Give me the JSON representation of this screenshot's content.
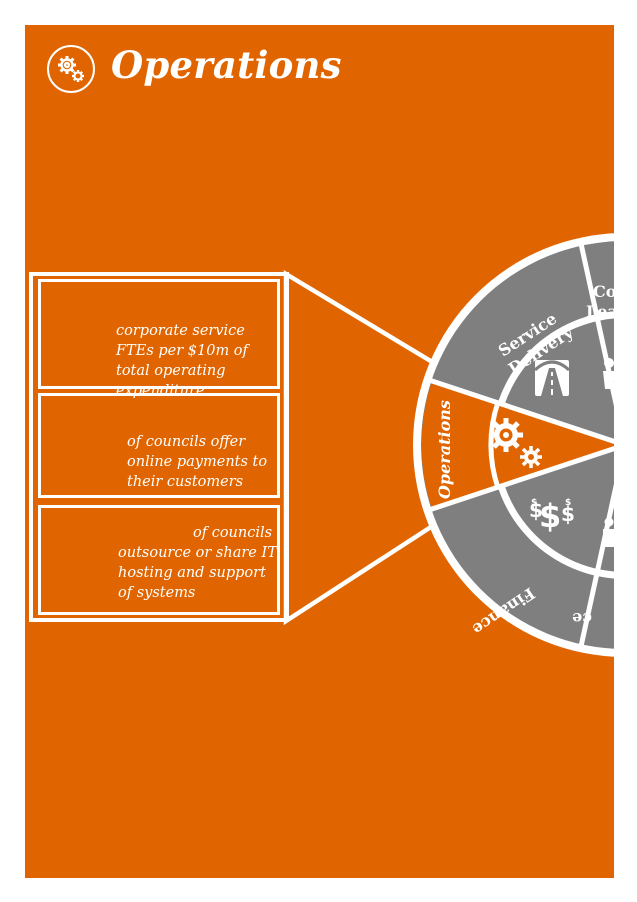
{
  "header": {
    "title": "Operations",
    "icon": "gears-icon"
  },
  "callouts": [
    {
      "text": "corporate service FTEs per $10m of total operating expenditure"
    },
    {
      "text": "of councils offer online payments to their customers"
    },
    {
      "text_first": "of councils",
      "text_rest": "outsource or share IT hosting and support of systems"
    }
  ],
  "wheel": {
    "segments": [
      {
        "label_line1": "Service",
        "label_line2": "Delivery",
        "icon": "road-icon"
      },
      {
        "label_line1": "Co",
        "label_line2": "Lea",
        "icon": "people-icon"
      },
      {
        "label": "Operations",
        "icon": "gears-icon"
      },
      {
        "label": "Finance",
        "icon": "dollar-signs-icon"
      },
      {
        "label": "ce",
        "icon": "person-icon"
      }
    ]
  },
  "colors": {
    "background": "#e06500",
    "wheel_grey": "#7f7f7f",
    "white": "#ffffff"
  }
}
